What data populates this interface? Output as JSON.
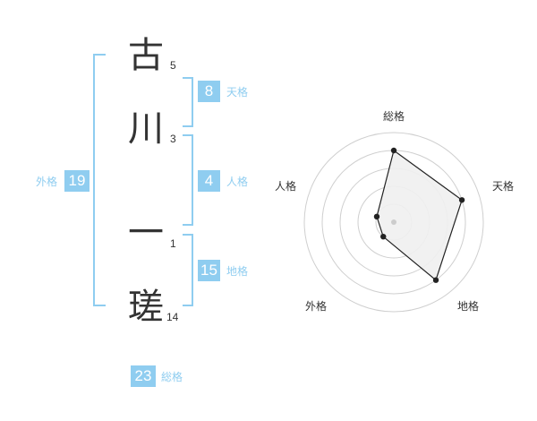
{
  "name": {
    "surname": [
      {
        "char": "古",
        "strokes": "5"
      },
      {
        "char": "川",
        "strokes": "3"
      }
    ],
    "given": [
      {
        "char": "一",
        "strokes": "1"
      },
      {
        "char": "瑳",
        "strokes": "14"
      }
    ]
  },
  "fortunes": {
    "tenkaku": {
      "value": "8",
      "label": "天格"
    },
    "jinkaku": {
      "value": "4",
      "label": "人格"
    },
    "chikaku": {
      "value": "15",
      "label": "地格"
    },
    "gaikaku": {
      "value": "19",
      "label": "外格"
    },
    "soukaku": {
      "value": "23",
      "label": "総格"
    }
  },
  "chart_data": {
    "type": "radar",
    "axes": [
      "総格",
      "天格",
      "地格",
      "外格",
      "人格"
    ],
    "values": [
      4,
      4,
      4,
      1,
      1
    ],
    "range": [
      0,
      5
    ],
    "rings": 5
  },
  "colors": {
    "accent": "#8fcdf0",
    "text": "#333333",
    "fill": "#efefef"
  }
}
